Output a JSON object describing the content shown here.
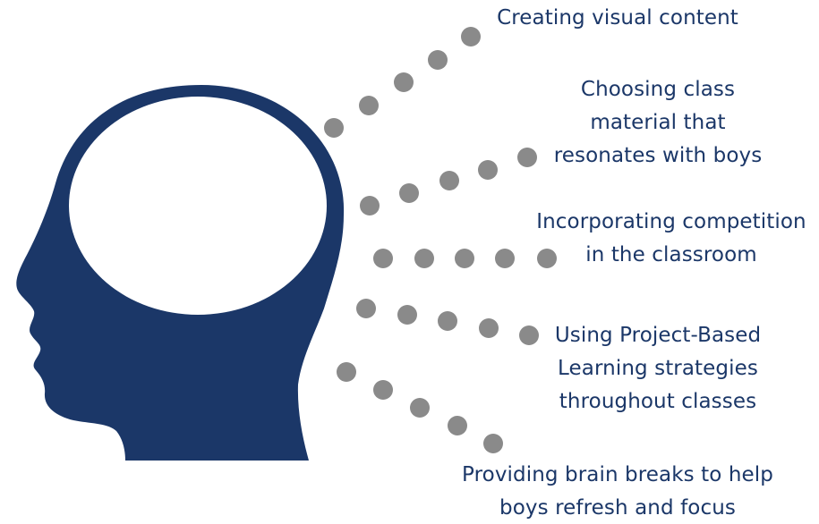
{
  "colors": {
    "head": "#1b3768",
    "dots": "#8a8a8a",
    "text": "#1b3768",
    "background": "#ffffff"
  },
  "icons": {
    "head": "head-silhouette-icon"
  },
  "branches": [
    {
      "lines": [
        "Creating visual content"
      ]
    },
    {
      "lines": [
        "Choosing class",
        "material that",
        "resonates with boys"
      ]
    },
    {
      "lines": [
        "Incorporating competition",
        "in the classroom"
      ]
    },
    {
      "lines": [
        "Using Project-Based",
        "Learning strategies",
        "throughout classes"
      ]
    },
    {
      "lines": [
        "Providing brain breaks to help",
        "boys refresh and focus"
      ]
    }
  ]
}
